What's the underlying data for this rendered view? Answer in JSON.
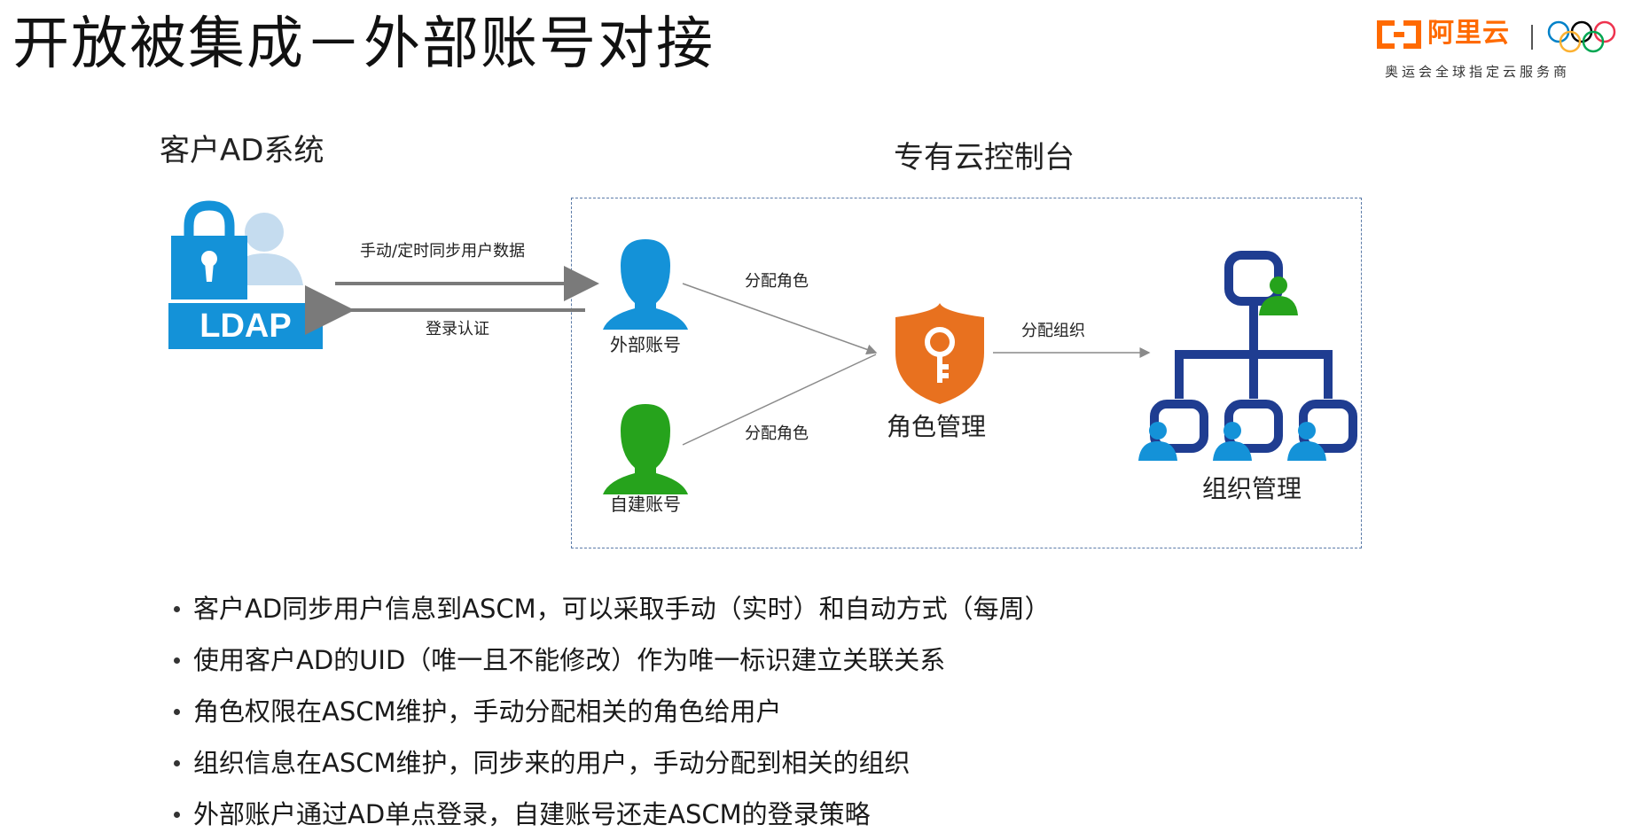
{
  "slide": {
    "title": "开放被集成－外部账号对接"
  },
  "brand": {
    "name": "阿里云",
    "tagline": "奥运会全球指定云服务商",
    "accent_color": "#ff6a00"
  },
  "diagram": {
    "left_section_label": "客户AD系统",
    "right_section_label": "专有云控制台",
    "ldap_text": "LDAP",
    "arrow_sync_label": "手动/定时同步用户数据",
    "arrow_auth_label": "登录认证",
    "external_account_label": "外部账号",
    "self_account_label": "自建账号",
    "assign_role_label_top": "分配角色",
    "assign_role_label_bottom": "分配角色",
    "role_management_label": "角色管理",
    "assign_org_label": "分配组织",
    "org_management_label": "组织管理",
    "colors": {
      "blue": "#1492d8",
      "light_blue": "#c5dcef",
      "green": "#26a31c",
      "orange": "#e8711f",
      "navy": "#1f3d91",
      "arrow_gray": "#7a7a7a"
    }
  },
  "bullets": [
    "客户AD同步用户信息到ASCM，可以采取手动（实时）和自动方式（每周）",
    "使用客户AD的UID（唯一且不能修改）作为唯一标识建立关联关系",
    "角色权限在ASCM维护，手动分配相关的角色给用户",
    "组织信息在ASCM维护，同步来的用户，手动分配到相关的组织",
    "外部账户通过AD单点登录，自建账号还走ASCM的登录策略"
  ]
}
